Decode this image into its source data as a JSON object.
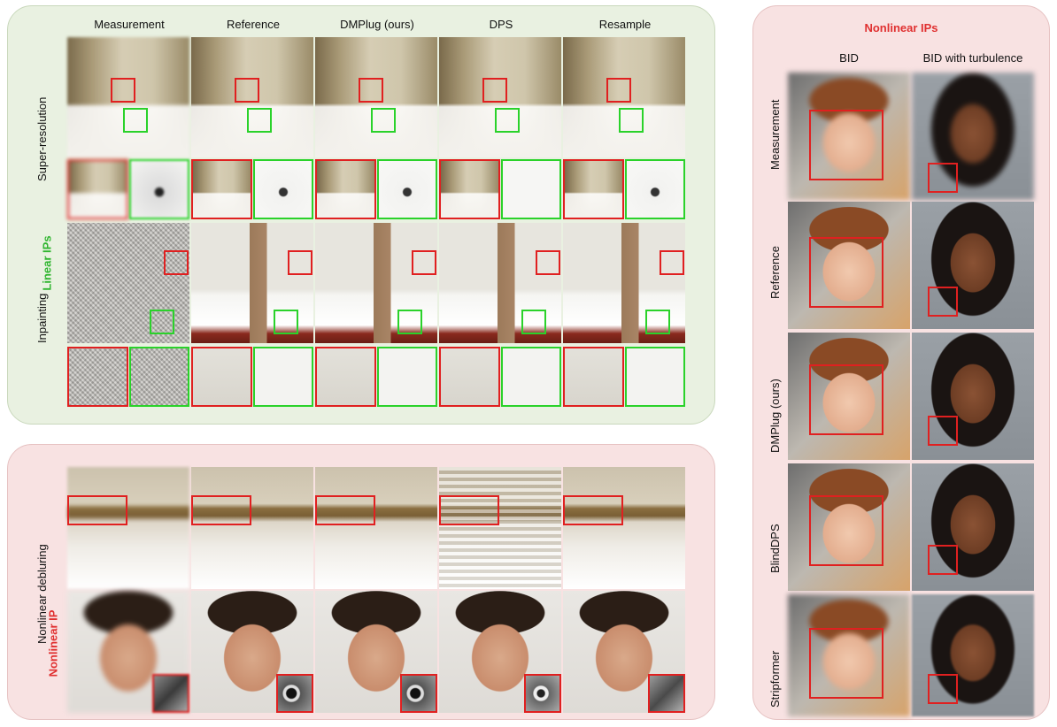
{
  "linear_panel": {
    "group_label": "Linear IPs",
    "col_headers": [
      "Measurement",
      "Reference",
      "DMPlug (ours)",
      "DPS",
      "Resample"
    ],
    "row_labels": [
      "Super-resolution",
      "Inpainting"
    ]
  },
  "nonlinear_debluring_panel": {
    "group_label": "Nonlinear IP",
    "row_label": "Nonlinear debluring"
  },
  "nonlinear_bid_panel": {
    "group_label": "Nonlinear IPs",
    "col_headers": [
      "BID",
      "BID with turbulence"
    ],
    "row_labels": [
      "Measurement",
      "Reference",
      "DMPlug (ours)",
      "BlindDPS",
      "Stripformer"
    ]
  },
  "colors": {
    "red_box": "#e02020",
    "green_box": "#2ad22a",
    "linear_group_label": "#2fb52f",
    "nonlinear_group_label": "#e03030"
  }
}
